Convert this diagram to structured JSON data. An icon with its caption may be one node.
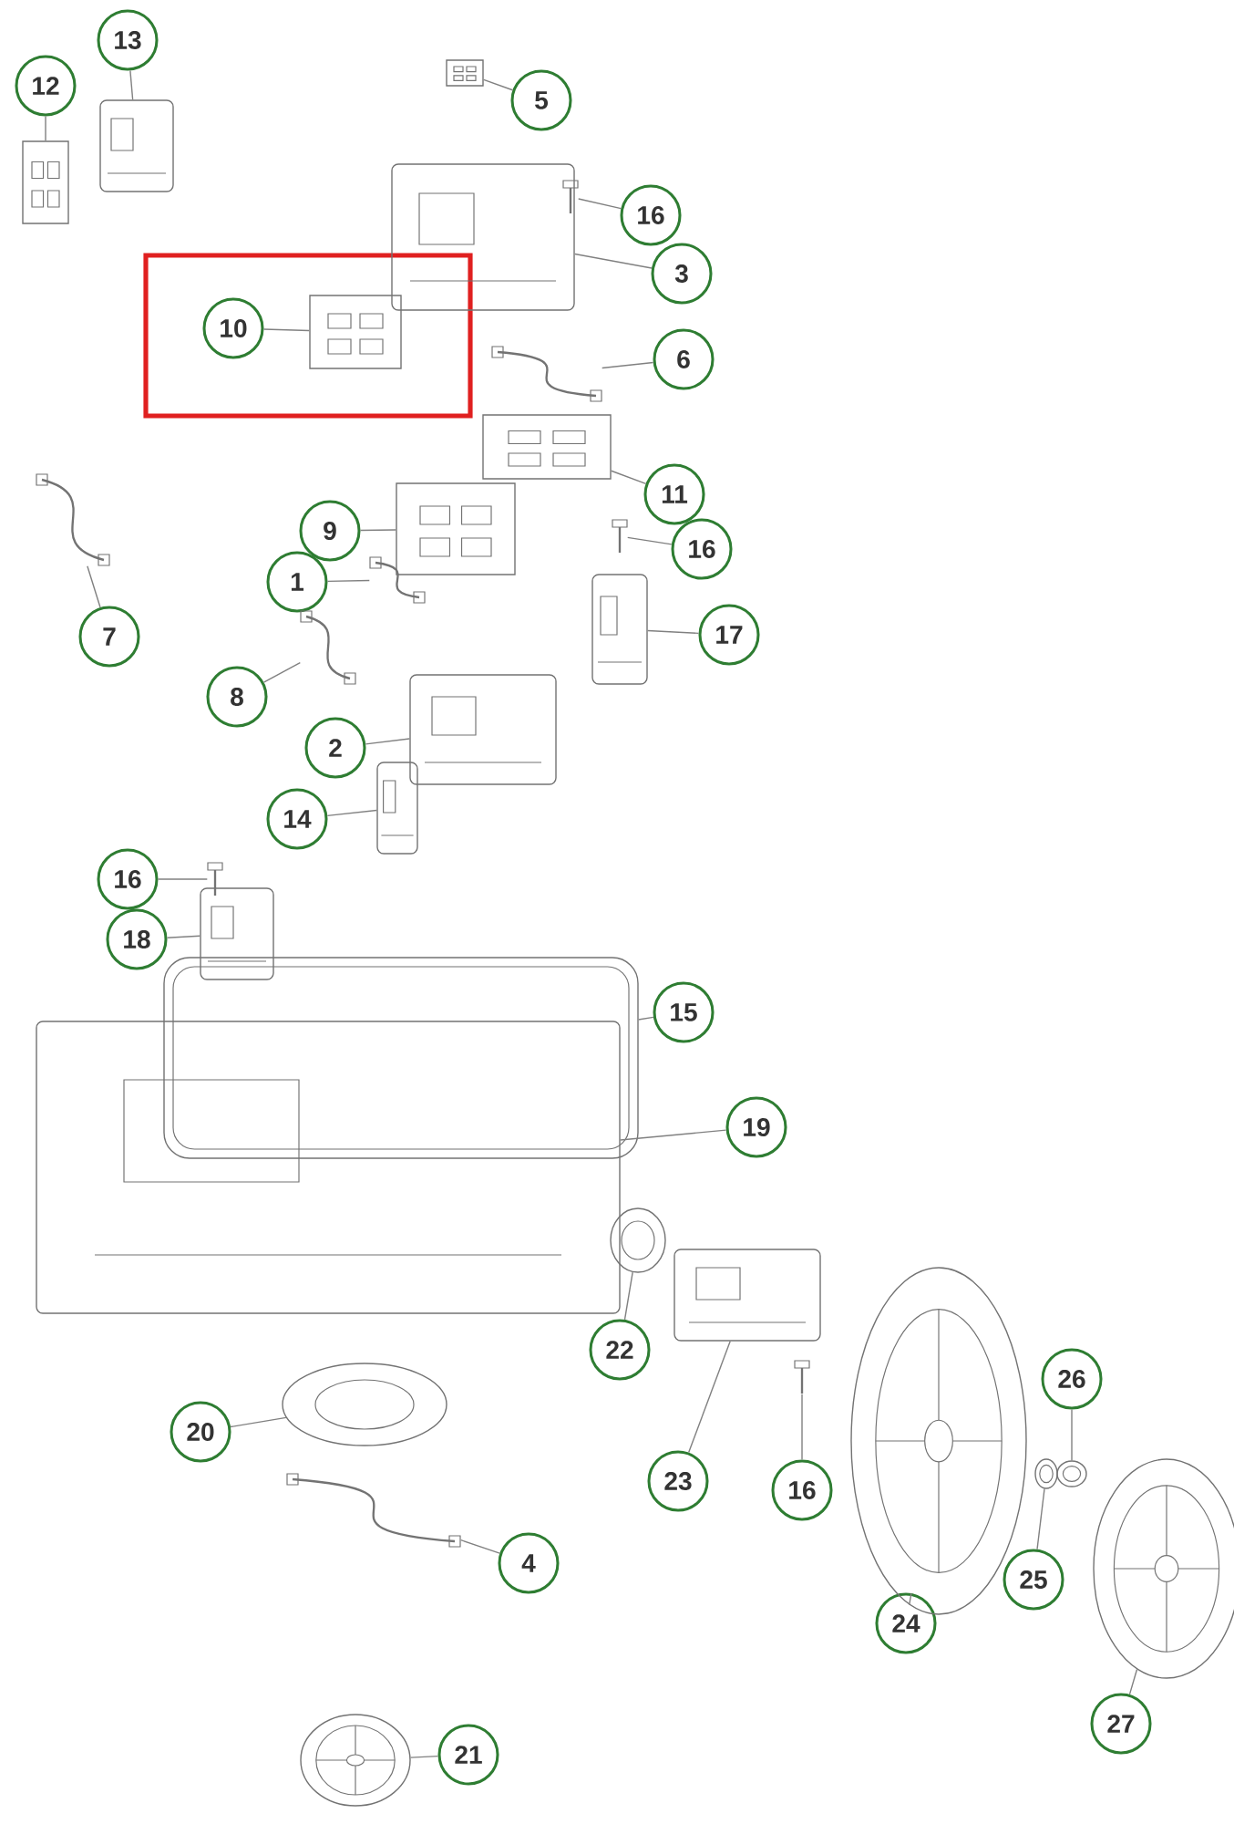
{
  "diagram": {
    "nodes": [
      {
        "text": [
          "13"
        ]
      },
      {
        "text": [],
        "shape": "picture"
      },
      {
        "text": [
          "12"
        ]
      },
      {
        "text": [],
        "shape": "picture"
      },
      {
        "text": [
          "5"
        ]
      },
      {
        "text": [],
        "shape": "picture"
      },
      {
        "text": [
          "16"
        ]
      },
      {
        "text": [],
        "shape": "picture"
      },
      {
        "text": [
          "3"
        ]
      },
      {
        "text": [],
        "shape": "picture"
      },
      {
        "text": [
          "10"
        ]
      },
      {
        "text": [],
        "shape": "picture"
      },
      {
        "text": [
          "6"
        ]
      },
      {
        "text": [],
        "shape": "picture"
      },
      {
        "text": [
          "11"
        ]
      },
      {
        "text": [],
        "shape": "picture"
      },
      {
        "text": [
          "9"
        ]
      },
      {
        "text": [],
        "shape": "picture"
      },
      {
        "text": [
          "16"
        ]
      },
      {
        "text": [],
        "shape": "picture"
      },
      {
        "text": [
          "1"
        ]
      },
      {
        "text": [],
        "shape": "picture"
      },
      {
        "text": [
          "17"
        ]
      },
      {
        "text": [],
        "shape": "picture"
      },
      {
        "text": [
          "7"
        ]
      },
      {
        "text": [],
        "shape": "picture"
      },
      {
        "text": [
          "8"
        ]
      },
      {
        "text": [],
        "shape": "picture"
      },
      {
        "text": [
          "2"
        ]
      },
      {
        "text": [],
        "shape": "picture"
      },
      {
        "text": [
          "14"
        ]
      },
      {
        "text": [],
        "shape": "picture"
      },
      {
        "text": [
          "16"
        ]
      },
      {
        "text": [],
        "shape": "picture"
      },
      {
        "text": [
          "18"
        ]
      },
      {
        "text": [],
        "shape": "picture"
      },
      {
        "text": [
          "15"
        ]
      },
      {
        "text": [],
        "shape": "picture"
      },
      {
        "text": [
          "19"
        ]
      },
      {
        "text": [],
        "shape": "picture"
      },
      {
        "text": [
          "22"
        ]
      },
      {
        "text": [],
        "shape": "picture"
      },
      {
        "text": [
          "26"
        ]
      },
      {
        "text": [],
        "shape": "picture"
      },
      {
        "text": [
          "20"
        ]
      },
      {
        "text": [],
        "shape": "picture"
      },
      {
        "text": [
          "23"
        ]
      },
      {
        "text": [],
        "shape": "picture"
      },
      {
        "text": [
          "16"
        ]
      },
      {
        "text": [],
        "shape": "picture"
      },
      {
        "text": [
          "4"
        ]
      },
      {
        "text": [],
        "shape": "picture"
      },
      {
        "text": [
          "25"
        ]
      },
      {
        "text": [],
        "shape": "picture"
      },
      {
        "text": [
          "24"
        ]
      },
      {
        "text": [],
        "shape": "picture"
      },
      {
        "text": [
          "27"
        ]
      },
      {
        "text": [],
        "shape": "picture"
      },
      {
        "text": [
          "21"
        ]
      },
      {
        "text": [],
        "shape": "picture"
      }
    ],
    "edges": [
      {
        "from": 0,
        "to": 1,
        "arrow": "none"
      },
      {
        "from": 2,
        "to": 3,
        "arrow": "none"
      },
      {
        "from": 4,
        "to": 5,
        "arrow": "none"
      },
      {
        "from": 6,
        "to": 7,
        "arrow": "none"
      },
      {
        "from": 8,
        "to": 9,
        "arrow": "none"
      },
      {
        "from": 10,
        "to": 11,
        "arrow": "none"
      },
      {
        "from": 12,
        "to": 13,
        "arrow": "none"
      },
      {
        "from": 14,
        "to": 15,
        "arrow": "none"
      },
      {
        "from": 16,
        "to": 17,
        "arrow": "none"
      },
      {
        "from": 18,
        "to": 19,
        "arrow": "none"
      },
      {
        "from": 20,
        "to": 21,
        "arrow": "none"
      },
      {
        "from": 22,
        "to": 23,
        "arrow": "none"
      },
      {
        "from": 24,
        "to": 25,
        "arrow": "none"
      },
      {
        "from": 26,
        "to": 27,
        "arrow": "none"
      },
      {
        "from": 28,
        "to": 29,
        "arrow": "none"
      },
      {
        "from": 30,
        "to": 31,
        "arrow": "none"
      },
      {
        "from": 32,
        "to": 33,
        "arrow": "none"
      },
      {
        "from": 34,
        "to": 35,
        "arrow": "none"
      },
      {
        "from": 36,
        "to": 37,
        "arrow": "none"
      },
      {
        "from": 38,
        "to": 39,
        "arrow": "none"
      },
      {
        "from": 40,
        "to": 41,
        "arrow": "none"
      },
      {
        "from": 42,
        "to": 43,
        "arrow": "none"
      },
      {
        "from": 44,
        "to": 45,
        "arrow": "none"
      },
      {
        "from": 46,
        "to": 47,
        "arrow": "none"
      },
      {
        "from": 48,
        "to": 49,
        "arrow": "none"
      },
      {
        "from": 50,
        "to": 51,
        "arrow": "none"
      },
      {
        "from": 52,
        "to": 53,
        "arrow": "none"
      },
      {
        "from": 54,
        "to": 55,
        "arrow": "none"
      },
      {
        "from": 56,
        "to": 57,
        "arrow": "none"
      },
      {
        "from": 58,
        "to": 59,
        "arrow": "none"
      }
    ]
  }
}
